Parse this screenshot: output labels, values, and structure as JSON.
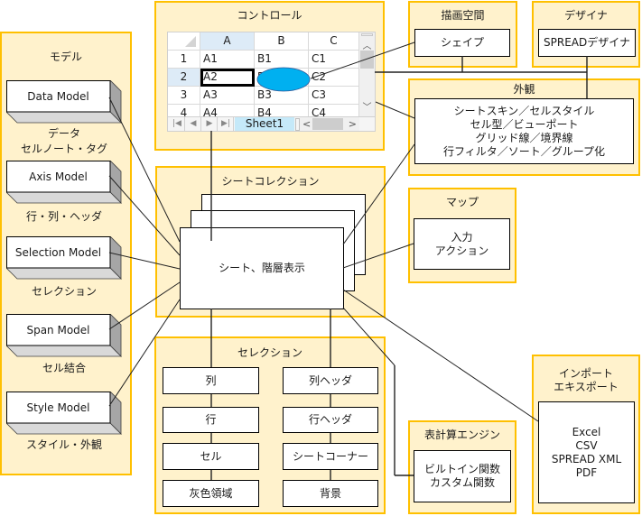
{
  "model": {
    "title": "モデル",
    "items": [
      {
        "label": "Data Model",
        "caption": [
          "データ",
          "セルノート・タグ"
        ]
      },
      {
        "label": "Axis Model",
        "caption": [
          "行・列・ヘッダ"
        ]
      },
      {
        "label": "Selection Model",
        "caption": [
          "セレクション"
        ]
      },
      {
        "label": "Span Model",
        "caption": [
          "セル結合"
        ]
      },
      {
        "label": "Style Model",
        "caption": [
          "スタイル・外観"
        ]
      }
    ]
  },
  "control": {
    "title": "コントロール",
    "spreadsheet": {
      "columns": [
        "A",
        "B",
        "C"
      ],
      "rows": [
        "1",
        "2",
        "3",
        "4"
      ],
      "cells": [
        [
          "A1",
          "B1",
          "C1"
        ],
        [
          "A2",
          "B2",
          "C2"
        ],
        [
          "A3",
          "B3",
          "C3"
        ],
        [
          "A4",
          "B4",
          "C4"
        ]
      ],
      "active_cell": "A2",
      "sheet_tab": "Sheet1",
      "shape_color": "#00B0F0",
      "icons": {
        "nav_first": "|◀",
        "nav_prev": "◀",
        "nav_next": "▶",
        "nav_last": "▶|",
        "scroll_up": "︿",
        "scroll_down": "﹀",
        "scroll_left": "<",
        "scroll_right": ">"
      }
    }
  },
  "drawing": {
    "title": "描画空間",
    "box": "シェイプ"
  },
  "designer": {
    "title": "デザイナ",
    "box": "SPREADデザイナ"
  },
  "appearance": {
    "title": "外観",
    "lines": [
      "シートスキン／セルスタイル",
      "セル型／ビューポート",
      "グリッド線／境界線",
      "行フィルタ／ソート／グループ化"
    ]
  },
  "sheet_collection": {
    "title": "シートコレクション",
    "sheet": "シート、階層表示"
  },
  "map": {
    "title": "マップ",
    "lines": [
      "入力",
      "アクション"
    ]
  },
  "selection": {
    "title": "セレクション",
    "left": [
      "列",
      "行",
      "セル",
      "灰色領域"
    ],
    "right": [
      "列ヘッダ",
      "行ヘッダ",
      "シートコーナー",
      "背景"
    ]
  },
  "calc_engine": {
    "title": "表計算エンジン",
    "lines": [
      "ビルトイン関数",
      "カスタム関数"
    ]
  },
  "import_export": {
    "title": [
      "インポート",
      "エキスポート"
    ],
    "lines": [
      "Excel",
      "CSV",
      "SPREAD XML",
      "PDF"
    ]
  },
  "colors": {
    "panel_fill": "#FFF2CC",
    "panel_border": "#FFC000",
    "selection_highlight": "#DDEBF7",
    "sheet_tab": "#C5E9F9"
  }
}
